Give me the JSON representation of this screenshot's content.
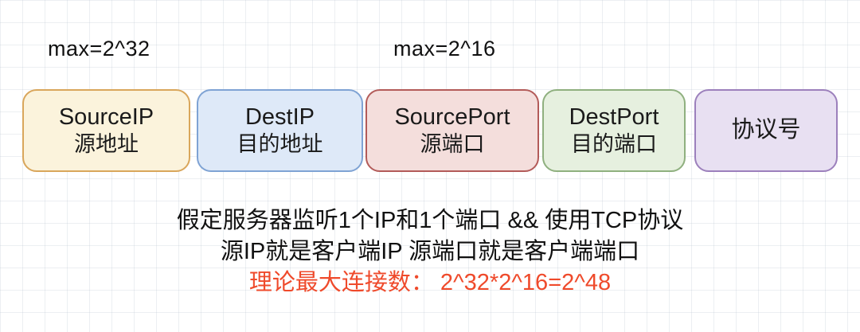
{
  "annotations": {
    "max_source_ip": "max=2^32",
    "max_source_port": "max=2^16"
  },
  "boxes": [
    {
      "id": "source-ip",
      "line1": "SourceIP",
      "line2": "源地址",
      "border": "#D9A65B",
      "fill": "#FBF3DC"
    },
    {
      "id": "dest-ip",
      "line1": "DestIP",
      "line2": "目的地址",
      "border": "#7FA3D4",
      "fill": "#DEE9F8"
    },
    {
      "id": "source-port",
      "line1": "SourcePort",
      "line2": "源端口",
      "border": "#B35B59",
      "fill": "#F4DEDC"
    },
    {
      "id": "dest-port",
      "line1": "DestPort",
      "line2": "目的端口",
      "border": "#8FB07F",
      "fill": "#E6F0DF"
    },
    {
      "id": "protocol",
      "line1": "协议号",
      "line2": "",
      "border": "#9C80BC",
      "fill": "#E8E0F2"
    }
  ],
  "notes": {
    "line1": "假定服务器监听1个IP和1个端口 && 使用TCP协议",
    "line2": "源IP就是客户端IP 源端口就是客户端端口",
    "line3": "理论最大连接数：  2^32*2^16=2^48",
    "highlight_color": "#EF4A2B"
  }
}
